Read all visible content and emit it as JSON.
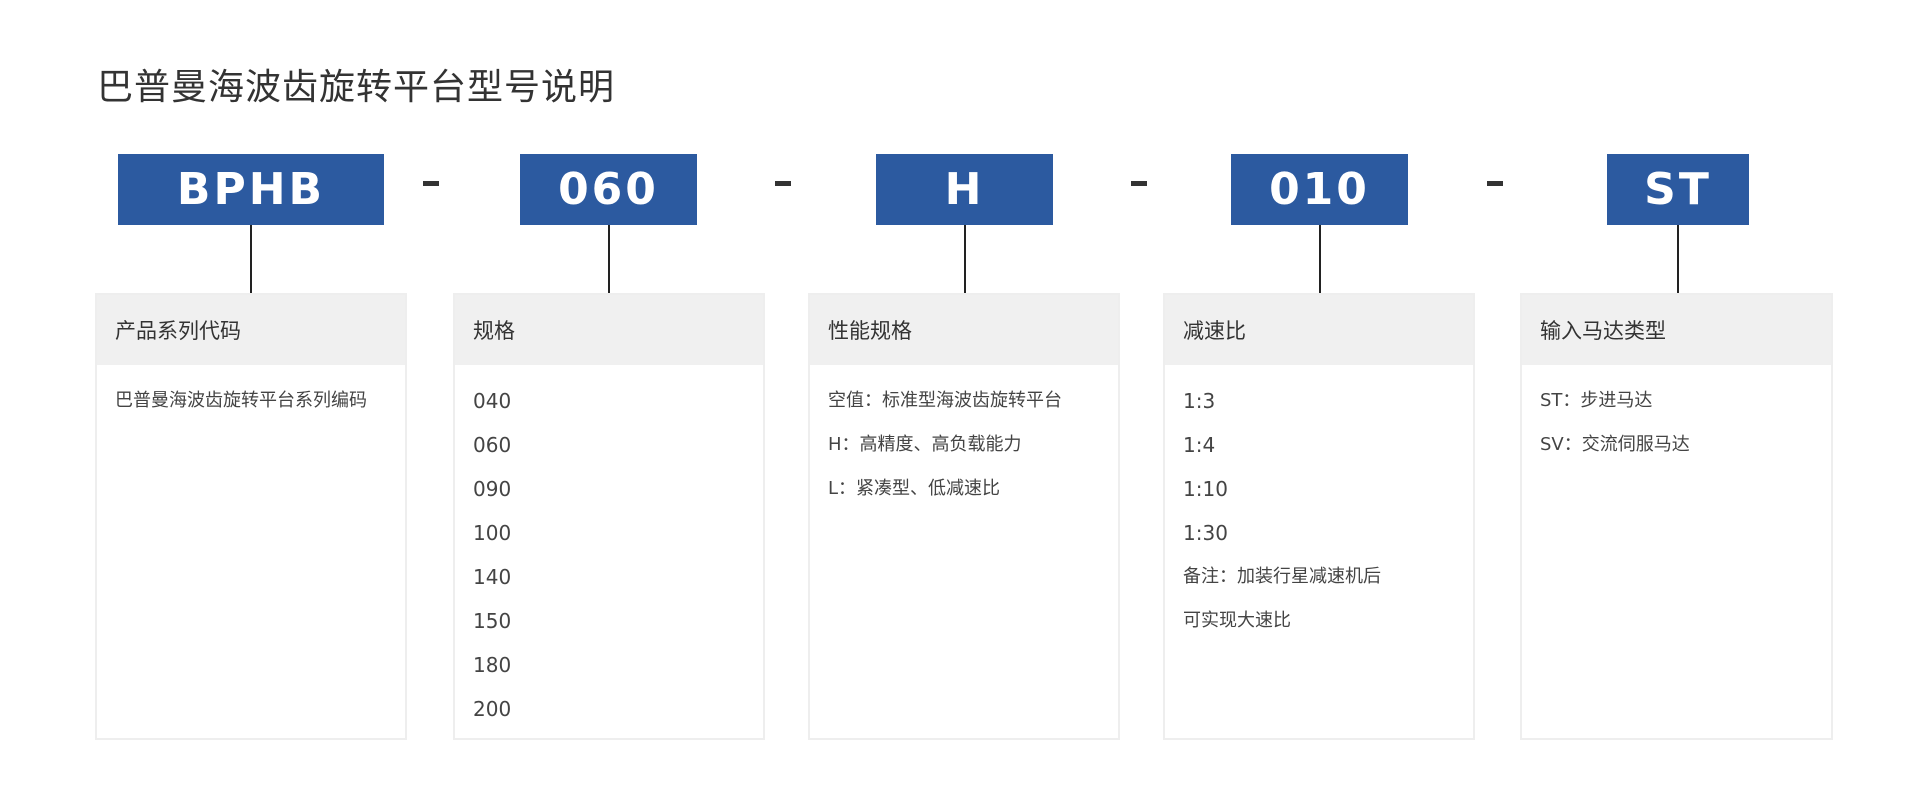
{
  "title": "巴普曼海波齿旋转平台型号说明",
  "segments": [
    {
      "code": "BPHB",
      "header": "产品系列代码",
      "items": [
        "巴普曼海波齿旋转平台系列编码"
      ]
    },
    {
      "code": "060",
      "header": "规格",
      "items": [
        "040",
        "060",
        "090",
        "100",
        "140",
        "150",
        "180",
        "200"
      ]
    },
    {
      "code": "H",
      "header": "性能规格",
      "items": [
        "空值：标准型海波齿旋转平台",
        "H：高精度、高负载能力",
        "L：紧凑型、低减速比"
      ]
    },
    {
      "code": "010",
      "header": "减速比",
      "items": [
        "1:3",
        "1:4",
        "1:10",
        "1:30",
        "备注：加装行星减速机后",
        "可实现大速比"
      ]
    },
    {
      "code": "ST",
      "header": "输入马达类型",
      "items": [
        "ST：步进马达",
        "SV：交流伺服马达"
      ]
    }
  ],
  "colors": {
    "code_box": "#2c5aa0",
    "header_bg": "#f0f0f0",
    "card_border": "#eeeeee"
  }
}
